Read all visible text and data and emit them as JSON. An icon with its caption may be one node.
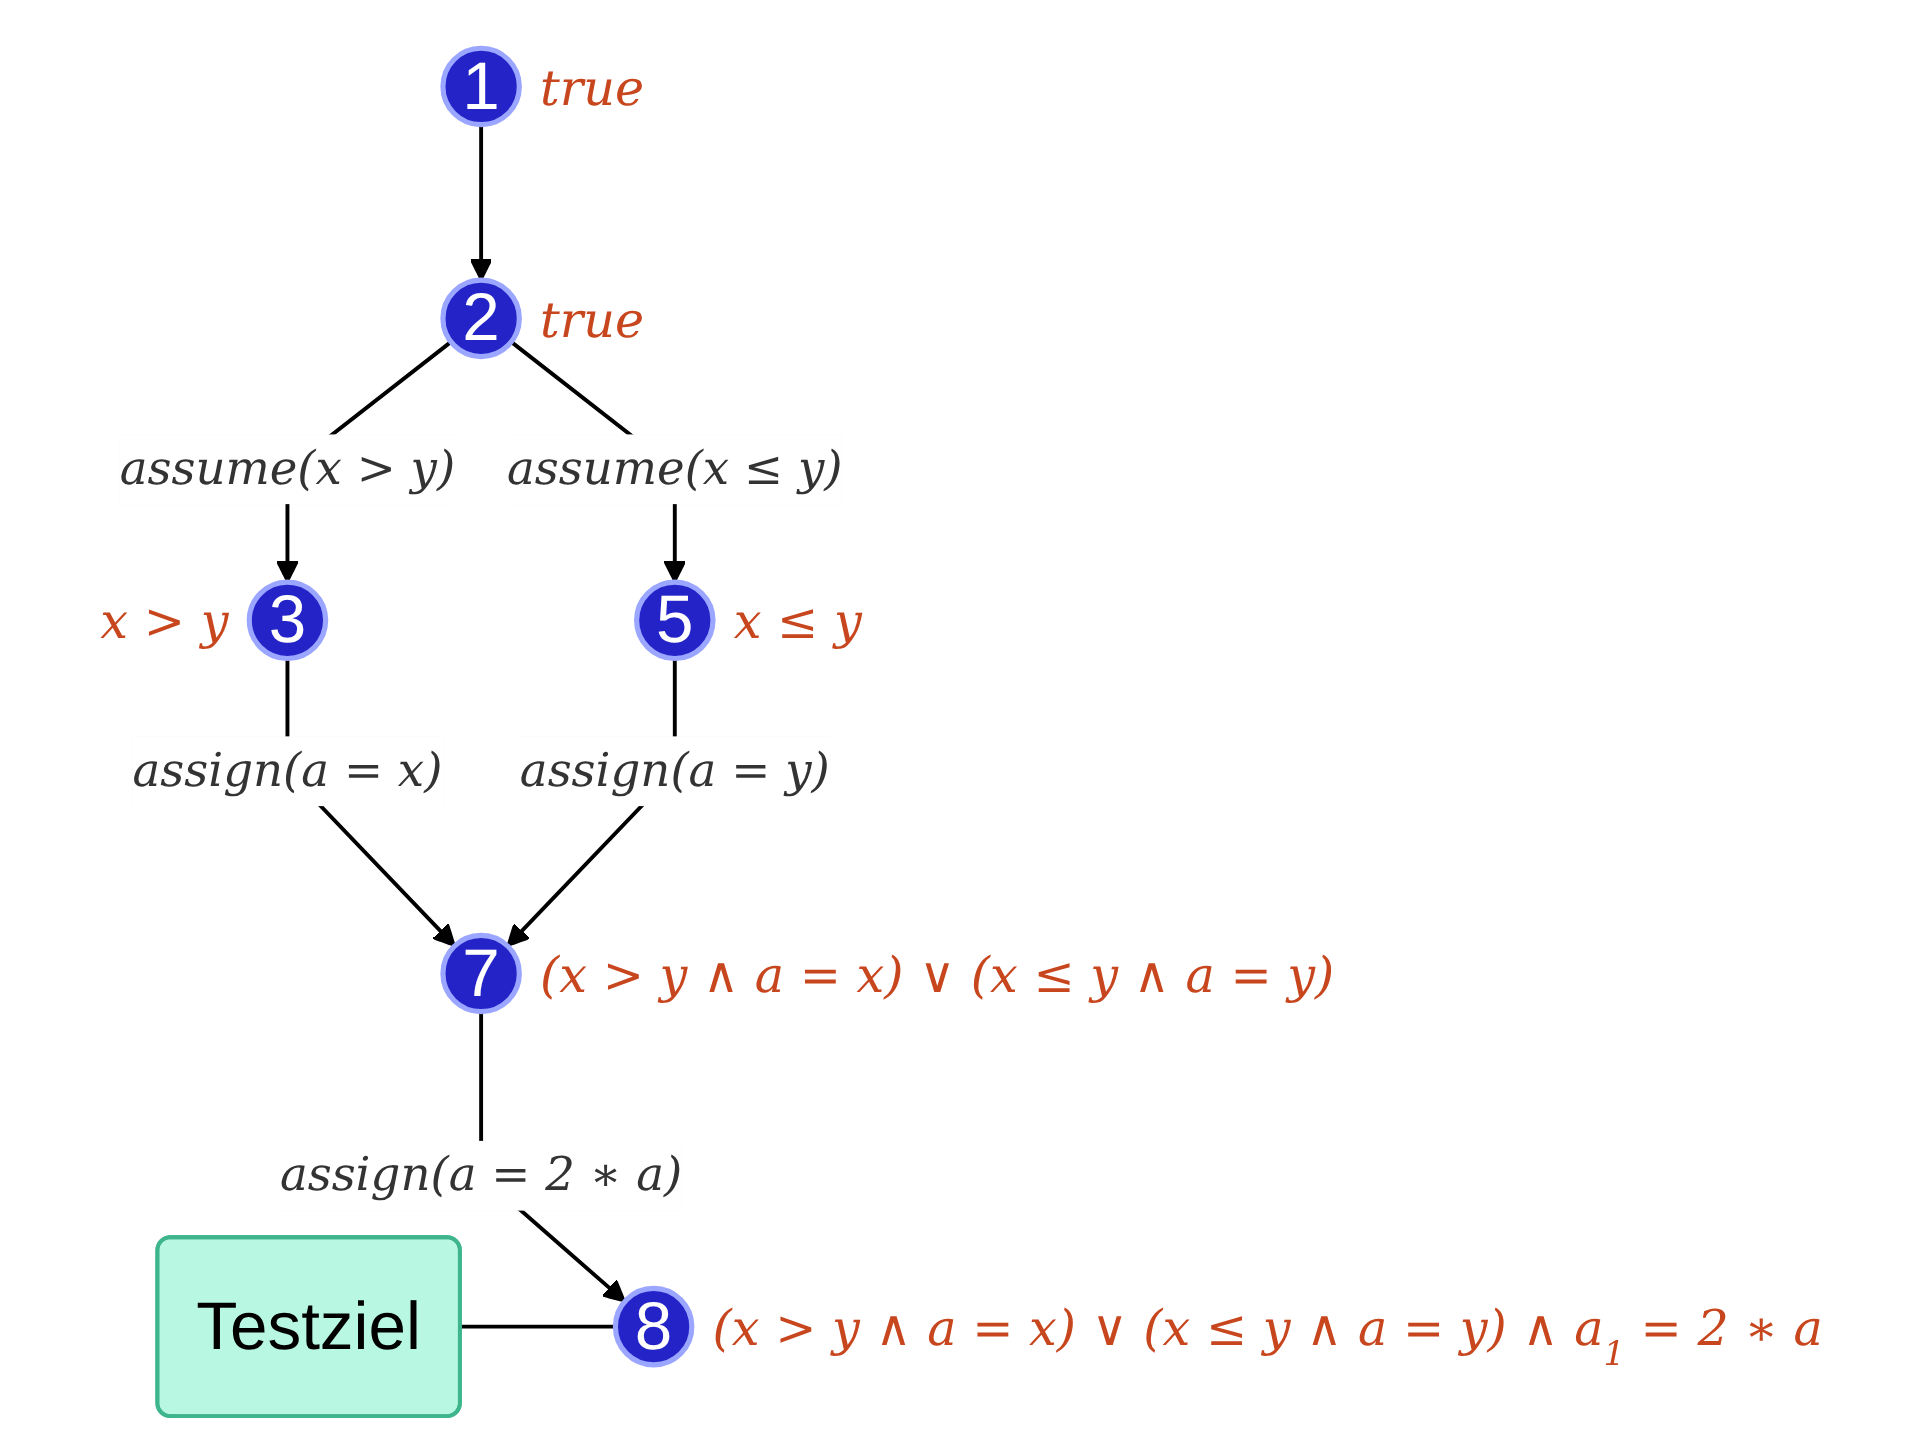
{
  "diagram": {
    "nodes": [
      {
        "text": [
          "1"
        ],
        "beside": [
          "true"
        ]
      },
      {
        "text": [
          "2"
        ],
        "beside": [
          "true"
        ]
      },
      {
        "text": [
          "3"
        ],
        "beside": [
          "x > y"
        ]
      },
      {
        "text": [
          "5"
        ],
        "beside": [
          "x ≤ y"
        ]
      },
      {
        "text": [
          "7"
        ],
        "beside": [
          "(x > y ∧ a = x) ∨ (x ≤ y ∧ a = y)"
        ]
      },
      {
        "text": [
          "Testziel"
        ]
      },
      {
        "text": [
          "8"
        ],
        "beside": [
          "(x > y ∧ a = x) ∨ (x ≤ y ∧ a = y) ∧ a$_{1}$ = 2 ∗ a"
        ]
      }
    ],
    "edges": [
      {
        "from": 0,
        "to": 1,
        "arrow": "to"
      },
      {
        "from": 1,
        "to": 2,
        "arrow": "to",
        "label": "assume(x > y)"
      },
      {
        "from": 1,
        "to": 3,
        "arrow": "to",
        "label": "assume(x ≤ y)"
      },
      {
        "from": 2,
        "to": 4,
        "arrow": "to",
        "label": "assign(a = x)"
      },
      {
        "from": 3,
        "to": 4,
        "arrow": "to",
        "label": "assign(a = y)"
      },
      {
        "from": 4,
        "to": 6,
        "arrow": "to",
        "label": "assign(a = 2 ∗ a)"
      },
      {
        "from": 5,
        "to": 6,
        "arrow": "none"
      }
    ]
  }
}
